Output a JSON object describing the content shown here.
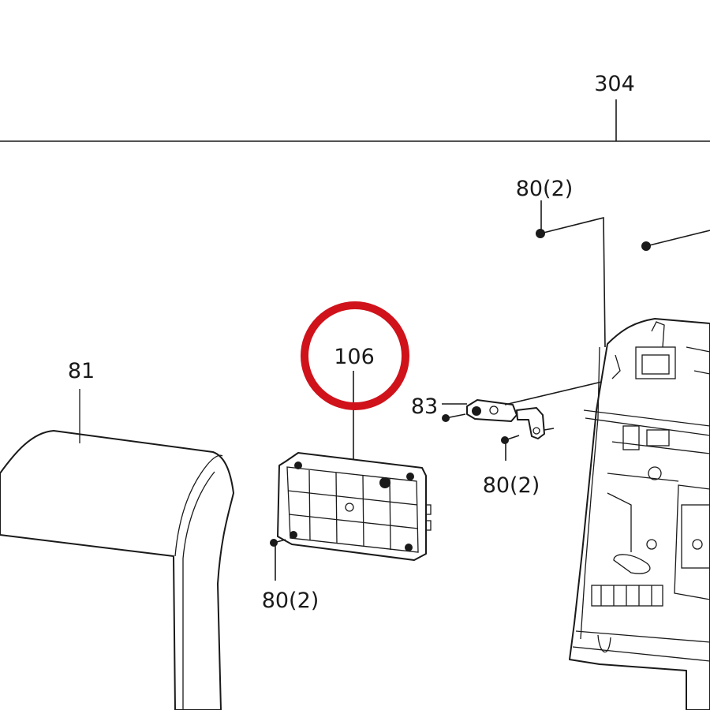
{
  "callouts": [
    {
      "id": "304",
      "label": "304"
    },
    {
      "id": "80a",
      "label": "80(2)"
    },
    {
      "id": "81",
      "label": "81"
    },
    {
      "id": "106",
      "label": "106"
    },
    {
      "id": "83",
      "label": "83"
    },
    {
      "id": "80b",
      "label": "80(2)"
    },
    {
      "id": "80c",
      "label": "80(2)"
    }
  ],
  "highlight": {
    "target": "106",
    "color": "#d0121b"
  }
}
